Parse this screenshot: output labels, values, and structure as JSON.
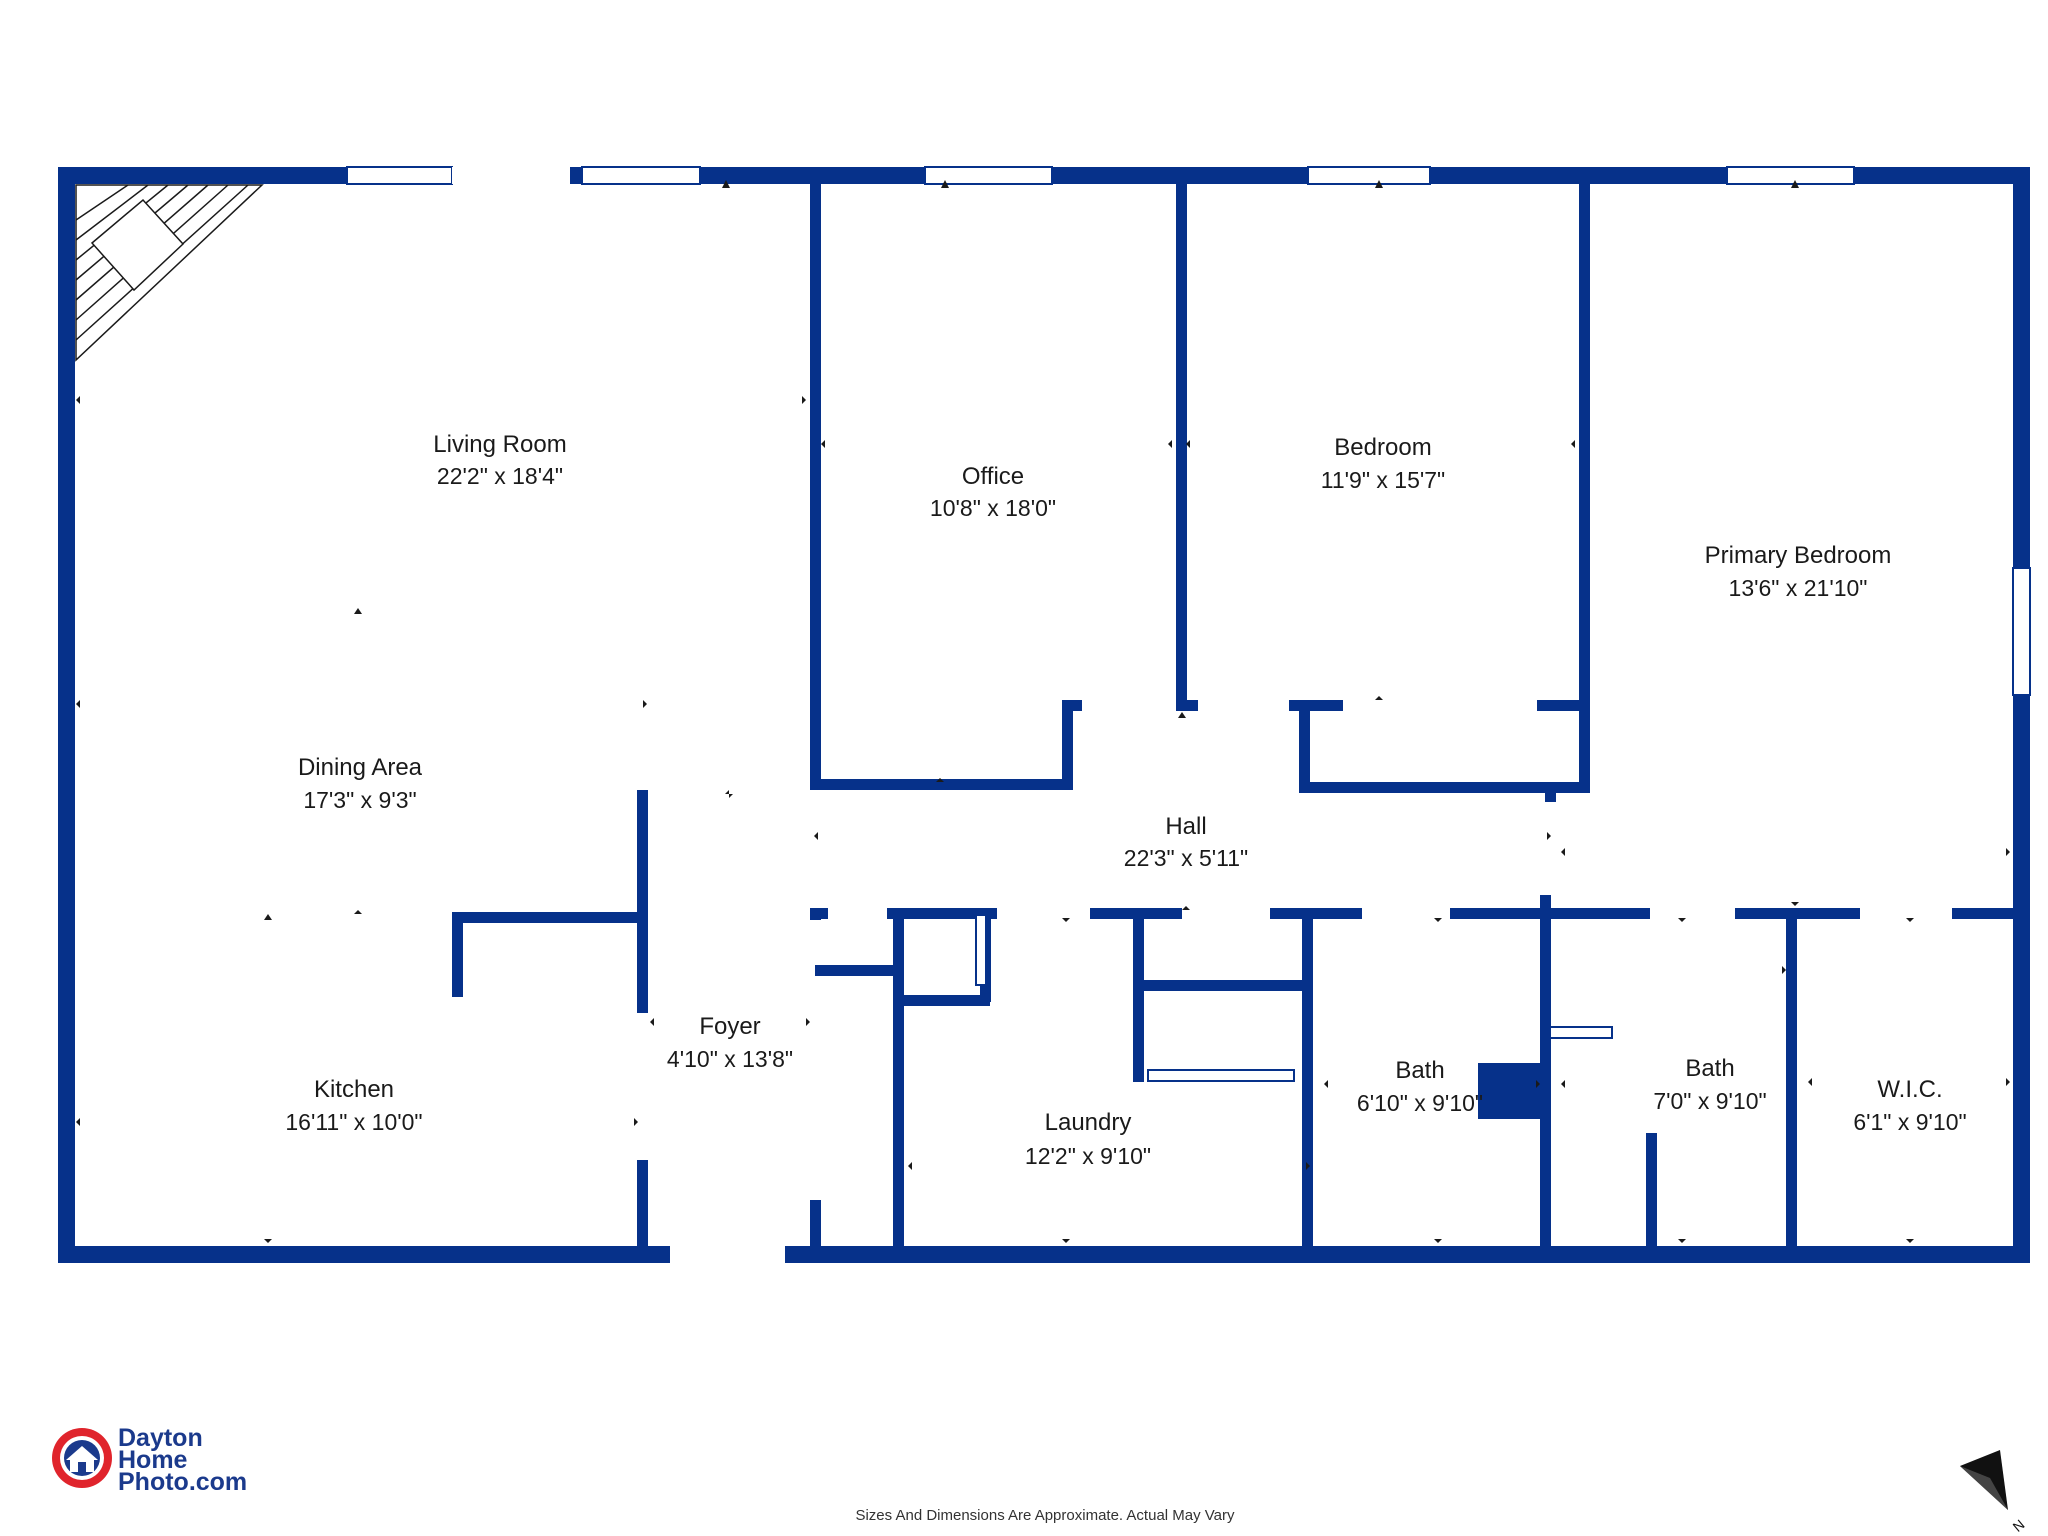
{
  "colors": {
    "wall": "#06318a",
    "window": "#ffffff",
    "text": "#1a1a1a",
    "logo_red": "#e0242c",
    "logo_blue": "#1b3a8c"
  },
  "rooms": [
    {
      "id": "living-room",
      "name": "Living Room",
      "dims": "22'2\" x 18'4\""
    },
    {
      "id": "office",
      "name": "Office",
      "dims": "10'8\" x 18'0\""
    },
    {
      "id": "bedroom",
      "name": "Bedroom",
      "dims": "11'9\" x 15'7\""
    },
    {
      "id": "primary-bedroom",
      "name": "Primary Bedroom",
      "dims": "13'6\" x 21'10\""
    },
    {
      "id": "dining-area",
      "name": "Dining Area",
      "dims": "17'3\" x 9'3\""
    },
    {
      "id": "hall",
      "name": "Hall",
      "dims": "22'3\" x 5'11\""
    },
    {
      "id": "foyer",
      "name": "Foyer",
      "dims": "4'10\" x 13'8\""
    },
    {
      "id": "kitchen",
      "name": "Kitchen",
      "dims": "16'11\" x 10'0\""
    },
    {
      "id": "laundry",
      "name": "Laundry",
      "dims": "12'2\" x 9'10\""
    },
    {
      "id": "bath-1",
      "name": "Bath",
      "dims": "6'10\" x 9'10\""
    },
    {
      "id": "bath-2",
      "name": "Bath",
      "dims": "7'0\" x 9'10\""
    },
    {
      "id": "wic",
      "name": "W.I.C.",
      "dims": "6'1\" x 9'10\""
    }
  ],
  "logo": {
    "line1": "Dayton",
    "line2": "Home",
    "line3": "Photo.com"
  },
  "disclaimer": "Sizes And Dimensions Are Approximate. Actual May Vary",
  "compass": {
    "label": "N",
    "icon": "north-arrow-icon"
  }
}
